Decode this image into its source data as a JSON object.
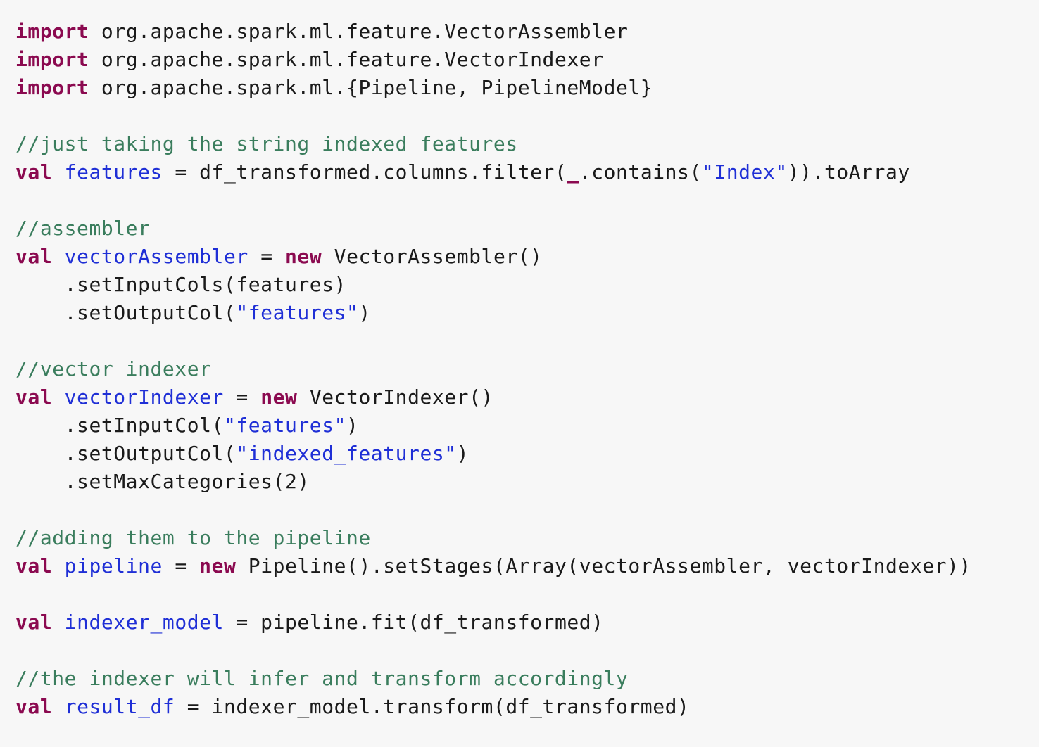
{
  "editor": {
    "theme": {
      "background": "#f7f7f7",
      "keyword": "#8b0a50",
      "identifier": "#1f2fd6",
      "string": "#1f2fd6",
      "comment": "#3a7d5d",
      "text": "#1a1a1a"
    },
    "code": {
      "kw_import": "import",
      "kw_val": "val",
      "kw_new": "new",
      "imp1": "org.apache.spark.ml.feature.VectorAssembler",
      "imp2": "org.apache.spark.ml.feature.VectorIndexer",
      "imp3": "org.apache.spark.ml.{Pipeline, PipelineModel}",
      "c1": "//just taking the string indexed features",
      "features_id": "features",
      "features_expr_a": " = df_transformed.columns.filter(",
      "placeholder": "_",
      "features_expr_b": ".contains(",
      "features_str": "\"Index\"",
      "features_expr_c": ")).toArray",
      "c2": "//assembler",
      "va_id": "vectorAssembler",
      "eq": " = ",
      "va_ctor": " VectorAssembler()",
      "va_set_in": "    .setInputCols(features)",
      "va_set_out_a": "    .setOutputCol(",
      "va_set_out_str": "\"features\"",
      "close_paren": ")",
      "c3": "//vector indexer",
      "vi_id": "vectorIndexer",
      "vi_ctor": " VectorIndexer()",
      "vi_set_in_a": "    .setInputCol(",
      "vi_set_in_str": "\"features\"",
      "vi_set_out_a": "    .setOutputCol(",
      "vi_set_out_str": "\"indexed_features\"",
      "vi_set_max": "    .setMaxCategories(2)",
      "c4": "//adding them to the pipeline",
      "pl_id": "pipeline",
      "pl_expr": " Pipeline().setStages(Array(vectorAssembler, vectorIndexer))",
      "im_id": "indexer_model",
      "im_expr": " = pipeline.fit(df_transformed)",
      "c5": "//the indexer will infer and transform accordingly",
      "rd_id": "result_df",
      "rd_expr": " = indexer_model.transform(df_transformed)"
    }
  }
}
